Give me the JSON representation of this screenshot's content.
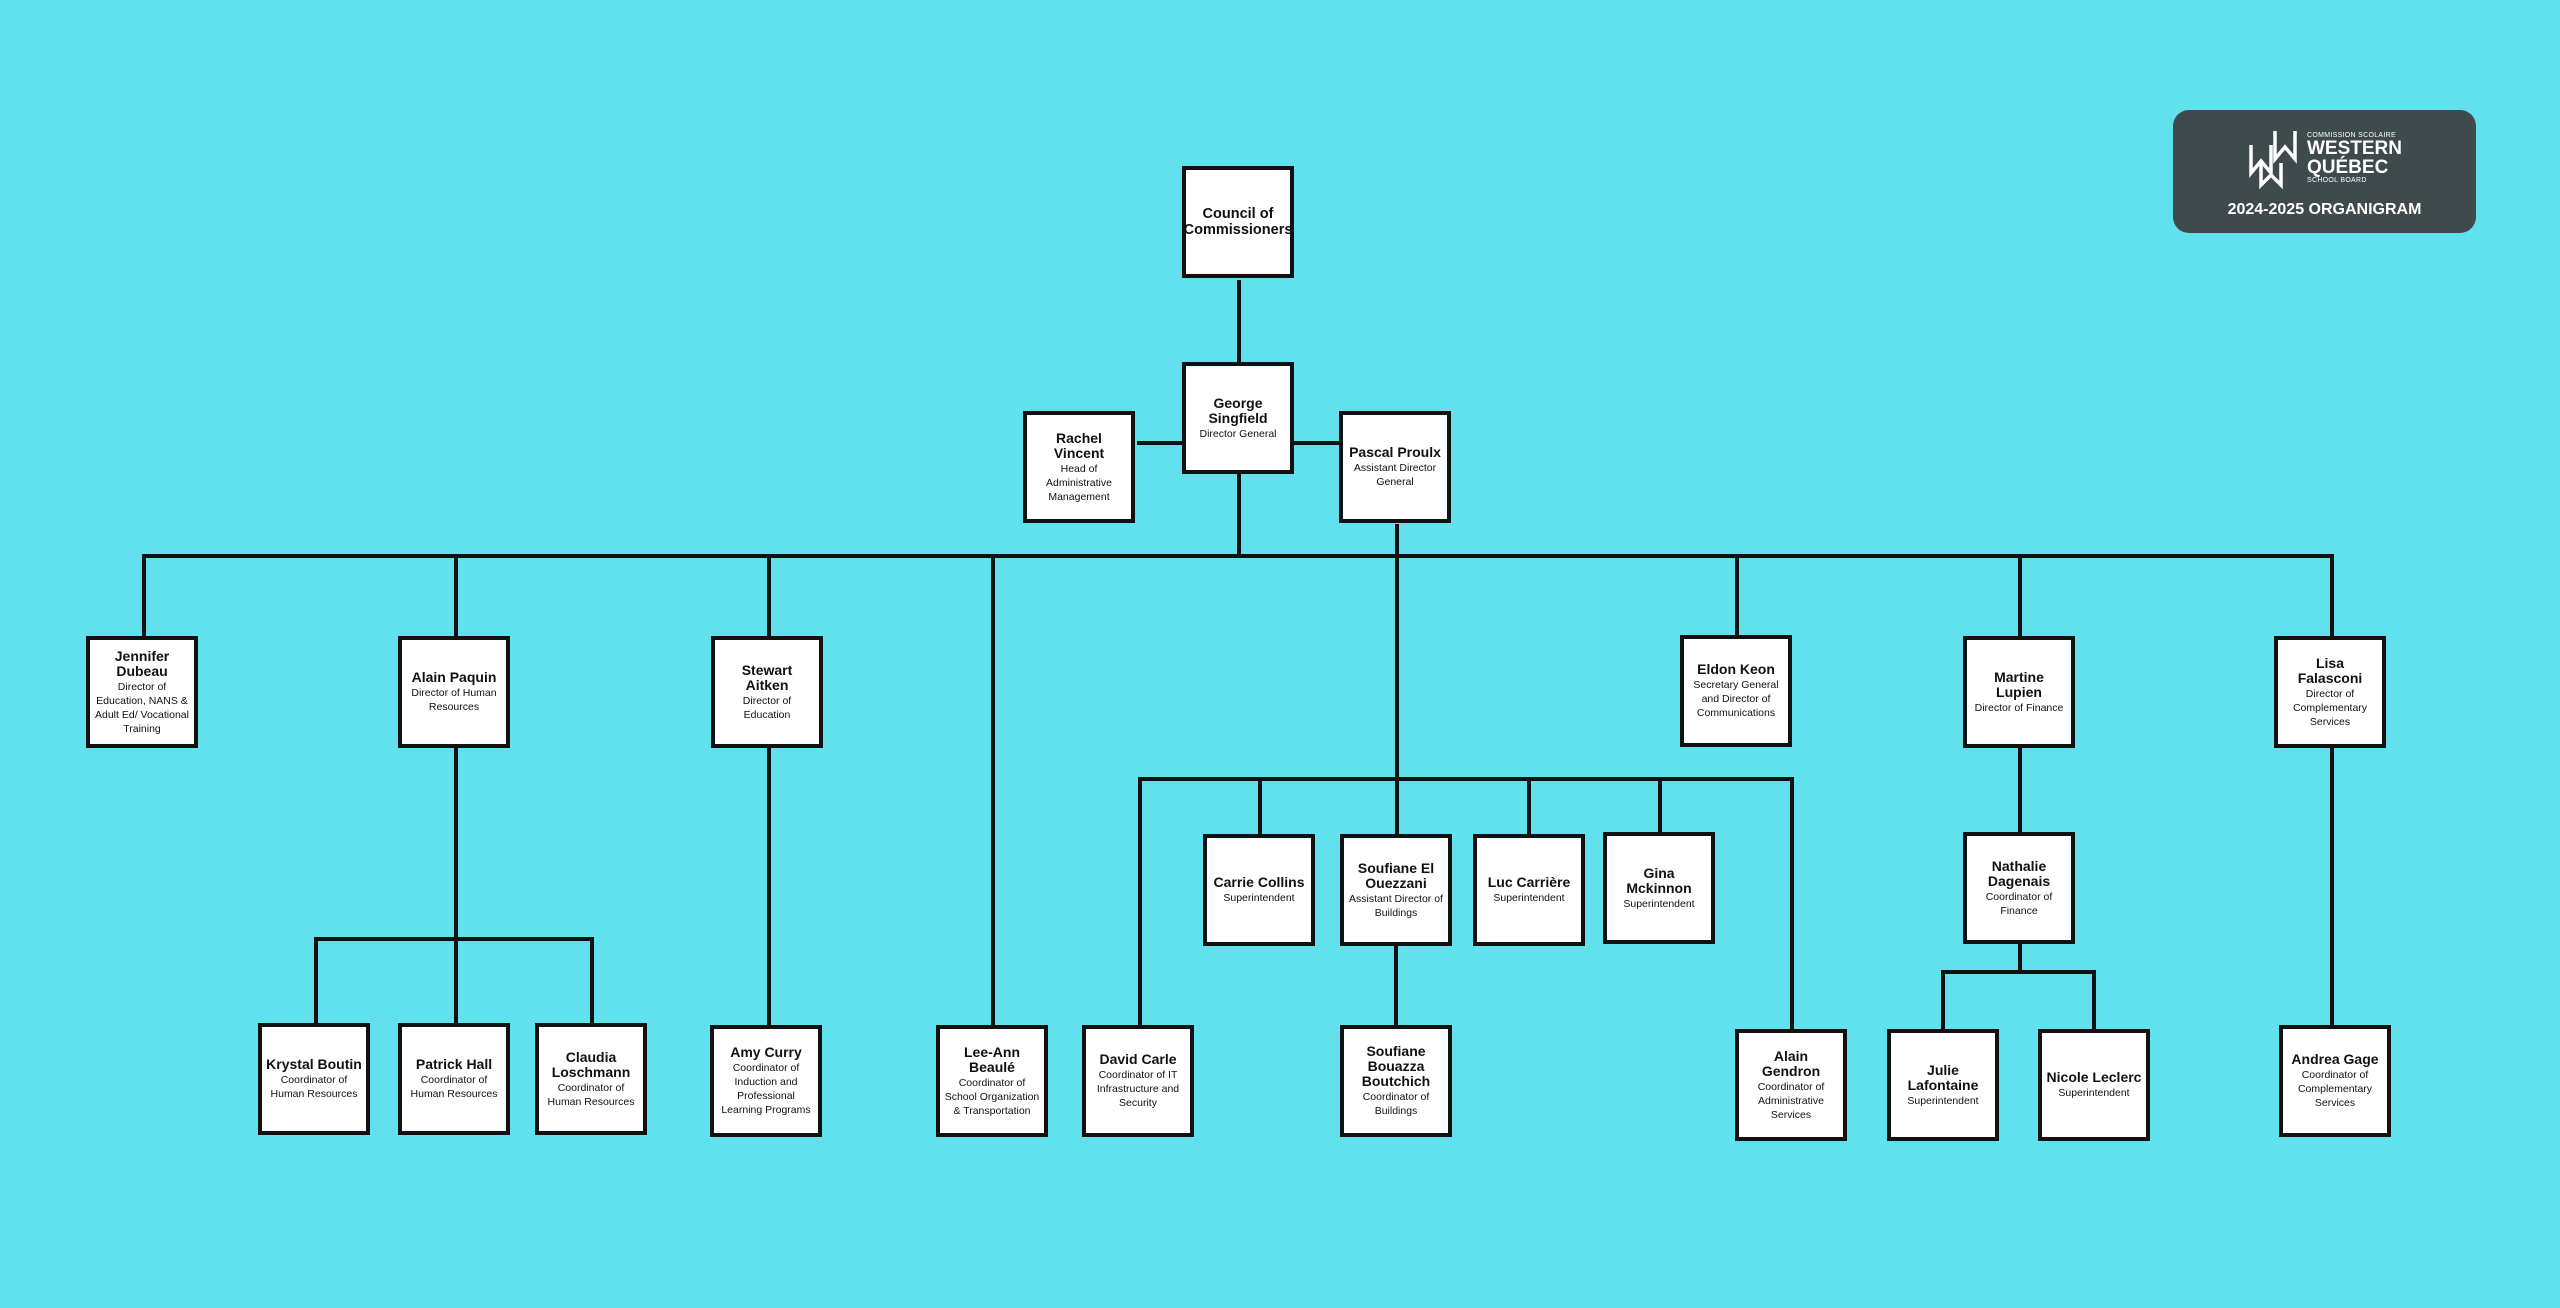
{
  "badge": {
    "logo_small_top": "COMMISSION SCOLAIRE",
    "logo_line1": "WESTERN",
    "logo_line2": "QUÉBEC",
    "logo_small_bottom": "SCHOOL BOARD",
    "title": "2024-2025 ORGANIGRAM"
  },
  "nodes": {
    "council": {
      "name": "Council of Commissioners",
      "role": ""
    },
    "singfield": {
      "name": "George Singfield",
      "role": "Director General"
    },
    "vincent": {
      "name": "Rachel Vincent",
      "role": "Head of Administrative Management"
    },
    "proulx": {
      "name": "Pascal Proulx",
      "role": "Assistant Director General"
    },
    "dubeau": {
      "name": "Jennifer Dubeau",
      "role": "Director of Education, NANS & Adult Ed/ Vocational Training"
    },
    "paquin": {
      "name": "Alain Paquin",
      "role": "Director of Human Resources"
    },
    "aitken": {
      "name": "Stewart Aitken",
      "role": "Director of Education"
    },
    "keon": {
      "name": "Eldon Keon",
      "role": "Secretary General and Director of Communications"
    },
    "lupien": {
      "name": "Martine Lupien",
      "role": "Director of Finance"
    },
    "falasconi": {
      "name": "Lisa Falasconi",
      "role": "Director of Complementary Services"
    },
    "collins": {
      "name": "Carrie Collins",
      "role": "Superintendent"
    },
    "elouezzani": {
      "name": "Soufiane El Ouezzani",
      "role": "Assistant Director of Buildings"
    },
    "carriere": {
      "name": "Luc Carrière",
      "role": "Superintendent"
    },
    "mckinnon": {
      "name": "Gina Mckinnon",
      "role": "Superintendent"
    },
    "dagenais": {
      "name": "Nathalie Dagenais",
      "role": "Coordinator of Finance"
    },
    "boutin": {
      "name": "Krystal Boutin",
      "role": "Coordinator of Human Resources"
    },
    "hall": {
      "name": "Patrick Hall",
      "role": "Coordinator of Human Resources"
    },
    "loschmann": {
      "name": "Claudia Loschmann",
      "role": "Coordinator of Human Resources"
    },
    "curry": {
      "name": "Amy Curry",
      "role": "Coordinator of Induction and Professional Learning Programs"
    },
    "beaule": {
      "name": "Lee-Ann Beaulé",
      "role": "Coordinator of School Organization & Transportation"
    },
    "carle": {
      "name": "David Carle",
      "role": "Coordinator of IT Infrastructure and Security"
    },
    "bouboutchich": {
      "name": "Soufiane Bouazza Boutchich",
      "role": "Coordinator of Buildings"
    },
    "gendron": {
      "name": "Alain Gendron",
      "role": "Coordinator of Administrative Services"
    },
    "lafontaine": {
      "name": "Julie Lafontaine",
      "role": "Superintendent"
    },
    "leclerc": {
      "name": "Nicole Leclerc",
      "role": "Superintendent"
    },
    "gage": {
      "name": "Andrea Gage",
      "role": "Coordinator of Complementary Services"
    }
  },
  "colors": {
    "background": "#61e0ee",
    "line": "#111111",
    "badge": "#3e4a4c"
  }
}
